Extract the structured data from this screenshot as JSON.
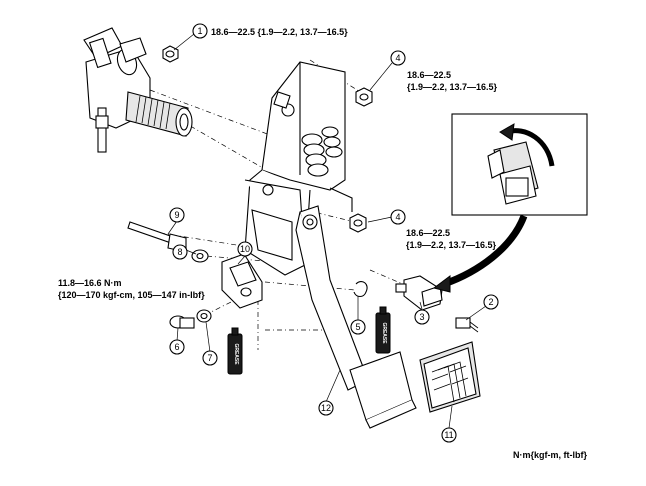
{
  "torque_specs": {
    "spec_1": "18.6—22.5 {1.9—2.2, 13.7—16.5}",
    "spec_4_upper_line1": "18.6—22.5",
    "spec_4_upper_line2": "{1.9—2.2, 13.7—16.5}",
    "spec_4_lower_line1": "18.6—22.5",
    "spec_4_lower_line2": "{1.9—2.2, 13.7—16.5}",
    "spec_8_line1": "11.8—16.6 N·m",
    "spec_8_line2": "{120—170 kgf-cm, 105—147 in-lbf}"
  },
  "units_note": "N·m{kgf-m, ft-lbf}",
  "callouts": {
    "c1": "1",
    "c2": "2",
    "c3": "3",
    "c4a": "4",
    "c4b": "4",
    "c5": "5",
    "c6": "6",
    "c7": "7",
    "c8": "8",
    "c9": "9",
    "c10": "10",
    "c11": "11",
    "c12": "12"
  },
  "grease_label": "GREASE",
  "icons": [
    "grease-can-icon",
    "rotation-arrow-icon"
  ]
}
